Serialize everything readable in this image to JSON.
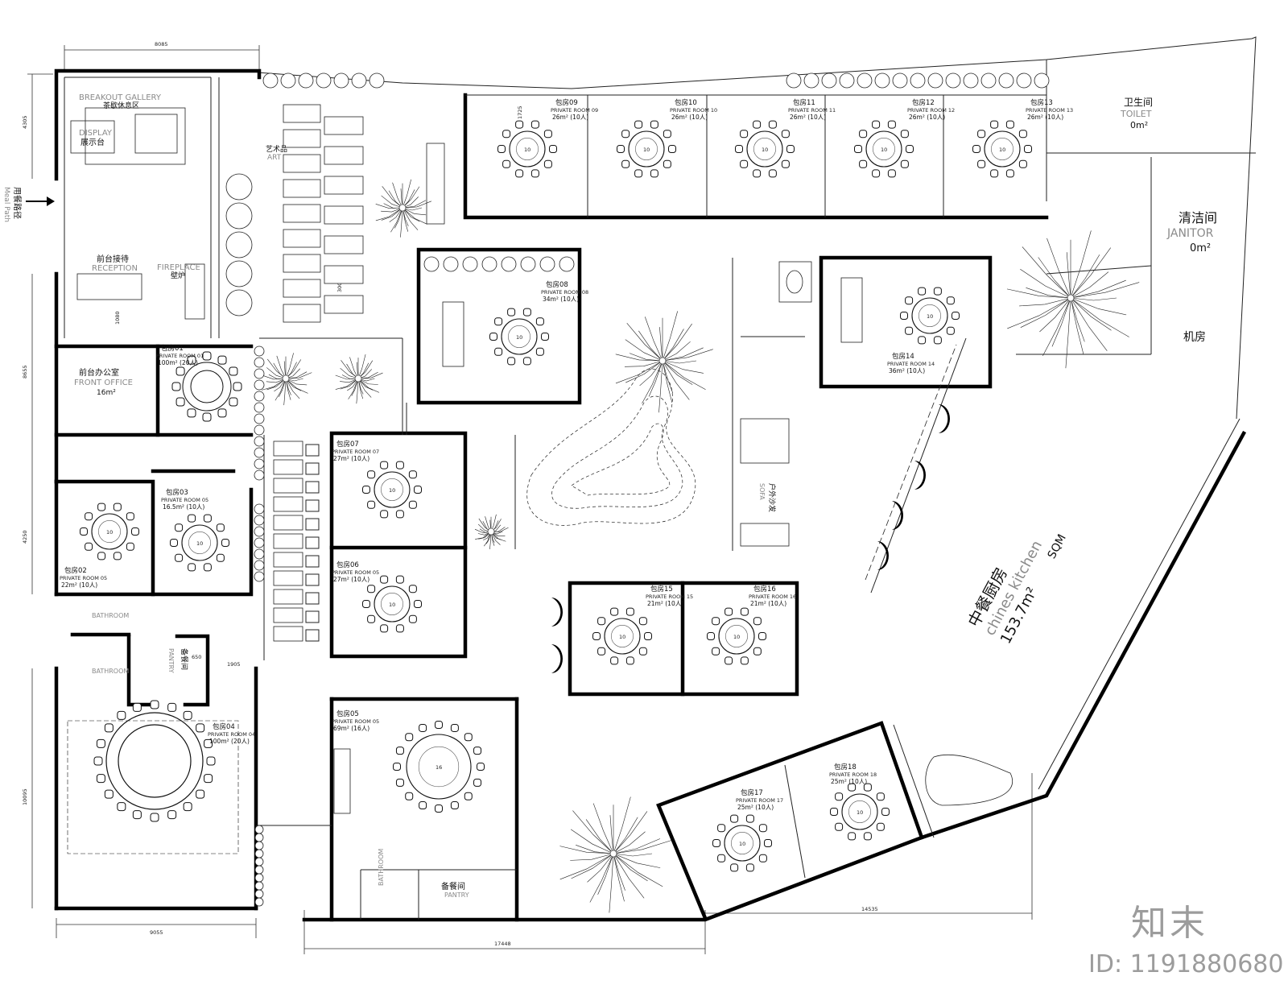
{
  "labels": {
    "breakout_en": "BREAKOUT GALLERY",
    "breakout_cn": "茶歇休息区",
    "display_en": "DISPLAY",
    "display_cn": "展示台",
    "art_cn": "艺术品",
    "art_en": "ART",
    "meal_path_cn": "用餐路径",
    "meal_path_en": "Meal Path",
    "reception_cn": "前台接待",
    "reception_en": "RECEPTION",
    "fireplace_en": "FIREPLACE",
    "fireplace_cn": "壁炉",
    "front_office_cn": "前台办公室",
    "front_office_en": "FRONT OFFICE",
    "front_office_area": "16m²",
    "bathroom": "BATHROOM",
    "pantry_cn": "备餐间",
    "pantry_en": "PANTRY",
    "pantry_small_cn": "备餐间",
    "pantry_small_en": "PANTRY",
    "sofa_cn": "户外沙发",
    "sofa_en": "SOFA",
    "toilet_cn": "卫生间",
    "toilet_en": "TOILET",
    "toilet_area": "0m²",
    "janitor_cn": "清洁间",
    "janitor_en": "JANITOR",
    "janitor_area": "0m²",
    "machine_cn": "机房",
    "kitchen_cn": "中餐厨房",
    "kitchen_en": "chines kitchen",
    "kitchen_area": "153.7m²",
    "kitchen_unit": "SQM",
    "watermark_logo": "知末",
    "watermark_id": "ID: 1191880680"
  },
  "dimensions": {
    "top": "8085",
    "left_1": "4305",
    "left_2": "8655",
    "left_3": "4250",
    "left_4": "10095",
    "bottom_1": "9055",
    "bottom_2": "17448",
    "bottom_3": "14535",
    "small_1": "1725",
    "small_2": "1905",
    "small_3": "650",
    "small_4": "1080",
    "small_5": "3000"
  },
  "rooms": [
    {
      "cn": "包房09",
      "en": "PRIVATE ROOM 09",
      "area": "26m² (10人)",
      "seats": "10"
    },
    {
      "cn": "包房10",
      "en": "PRIVATE ROOM 10",
      "area": "26m² (10人)",
      "seats": "10"
    },
    {
      "cn": "包房11",
      "en": "PRIVATE ROOM 11",
      "area": "26m² (10人)",
      "seats": "10"
    },
    {
      "cn": "包房12",
      "en": "PRIVATE ROOM 12",
      "area": "26m² (10人)",
      "seats": "10"
    },
    {
      "cn": "包房13",
      "en": "PRIVATE ROOM 13",
      "area": "26m² (10人)",
      "seats": "10"
    },
    {
      "cn": "包房08",
      "en": "PRIVATE ROOM 08",
      "area": "34m² (10人)",
      "seats": "10"
    },
    {
      "cn": "包房14",
      "en": "PRIVATE ROOM 14",
      "area": "36m² (10人)",
      "seats": "10"
    },
    {
      "cn": "包房01",
      "en": "PRIVATE ROOM 01",
      "area": "100m² (20人)",
      "seats": ""
    },
    {
      "cn": "包房07",
      "en": "PRIVATE ROOM 07",
      "area": "27m² (10人)",
      "seats": "10"
    },
    {
      "cn": "包房06",
      "en": "PRIVATE ROOM 05",
      "area": "27m² (10人)",
      "seats": "10"
    },
    {
      "cn": "包房03",
      "en": "PRIVATE ROOM 05",
      "area": "16.5m² (10人)",
      "seats": "10"
    },
    {
      "cn": "包房02",
      "en": "PRIVATE ROOM 05",
      "area": "22m² (10人)",
      "seats": "10"
    },
    {
      "cn": "包房15",
      "en": "PRIVATE ROOM 15",
      "area": "21m² (10人)",
      "seats": "10"
    },
    {
      "cn": "包房16",
      "en": "PRIVATE ROOM 16",
      "area": "21m² (10人)",
      "seats": "10"
    },
    {
      "cn": "包房04",
      "en": "PRIVATE ROOM 04",
      "area": "100m² (20人)",
      "seats": ""
    },
    {
      "cn": "包房05",
      "en": "PRIVATE ROOM 05",
      "area": "69m² (16人)",
      "seats": "16"
    },
    {
      "cn": "包房17",
      "en": "PRIVATE ROOM 17",
      "area": "25m² (10人)",
      "seats": "10"
    },
    {
      "cn": "包房18",
      "en": "PRIVATE ROOM 18",
      "area": "25m² (10人)",
      "seats": "10"
    }
  ]
}
